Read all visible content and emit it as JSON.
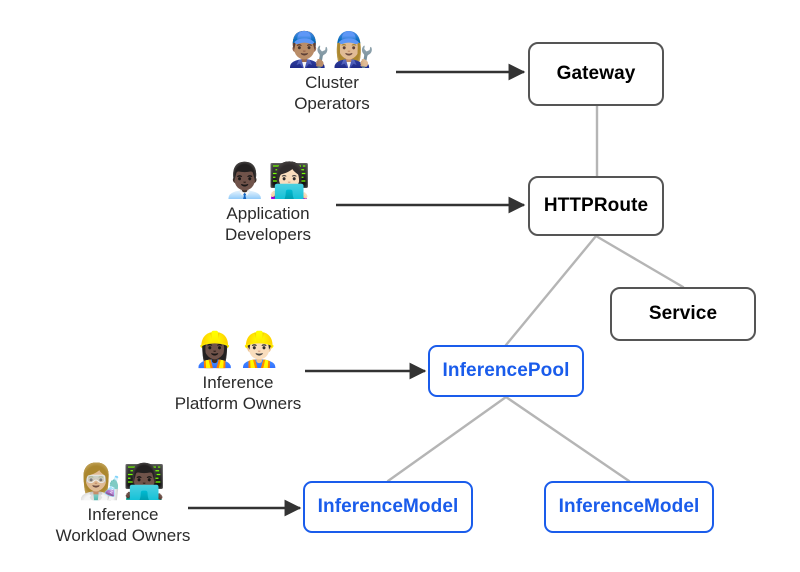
{
  "diagram": {
    "title": "Gateway API Inference Extension personas and resources",
    "background": "#ffffff",
    "colors": {
      "node_border": "#555555",
      "node_text": "#000000",
      "accent_border": "#1a5ceb",
      "accent_text": "#1a5ceb",
      "connector": "#b5b5b5",
      "arrow": "#333333",
      "label_text": "#2b2b2b"
    }
  },
  "personas": [
    {
      "id": "cluster-operators",
      "label": "Cluster\nOperators",
      "emojis": "👨🏽‍🔧👩🏼‍🔧",
      "icon_names": [
        "man-mechanic-icon",
        "woman-mechanic-icon"
      ],
      "points_to": "Gateway"
    },
    {
      "id": "application-developers",
      "label": "Application\nDevelopers",
      "emojis": "👨🏿‍💼👩🏻‍💻",
      "icon_names": [
        "man-office-worker-icon",
        "woman-technologist-icon"
      ],
      "points_to": "HTTPRoute"
    },
    {
      "id": "inference-platform-owners",
      "label": "Inference\nPlatform Owners",
      "emojis": "👷🏿‍♀️👷🏻‍♂️",
      "icon_names": [
        "woman-construction-worker-icon",
        "man-construction-worker-icon"
      ],
      "points_to": "InferencePool"
    },
    {
      "id": "inference-workload-owners",
      "label": "Inference\nWorkload Owners",
      "emojis": "👩🏼‍🔬👨🏿‍💻",
      "icon_names": [
        "woman-scientist-icon",
        "man-technologist-icon"
      ],
      "points_to": "InferenceModel"
    }
  ],
  "nodes": [
    {
      "id": "gateway",
      "label": "Gateway",
      "style": "default"
    },
    {
      "id": "httproute",
      "label": "HTTPRoute",
      "style": "default"
    },
    {
      "id": "service",
      "label": "Service",
      "style": "default"
    },
    {
      "id": "inferencepool",
      "label": "InferencePool",
      "style": "accent"
    },
    {
      "id": "inferencemodel-1",
      "label": "InferenceModel",
      "style": "accent"
    },
    {
      "id": "inferencemodel-2",
      "label": "InferenceModel",
      "style": "accent"
    }
  ],
  "edges": [
    {
      "from": "Gateway",
      "to": "HTTPRoute",
      "kind": "connector"
    },
    {
      "from": "HTTPRoute",
      "to": "Service",
      "kind": "connector"
    },
    {
      "from": "HTTPRoute",
      "to": "InferencePool",
      "kind": "connector"
    },
    {
      "from": "InferencePool",
      "to": "InferenceModel",
      "kind": "connector"
    },
    {
      "from": "InferencePool",
      "to": "InferenceModel",
      "kind": "connector"
    },
    {
      "from": "Cluster Operators",
      "to": "Gateway",
      "kind": "arrow"
    },
    {
      "from": "Application Developers",
      "to": "HTTPRoute",
      "kind": "arrow"
    },
    {
      "from": "Inference Platform Owners",
      "to": "InferencePool",
      "kind": "arrow"
    },
    {
      "from": "Inference Workload Owners",
      "to": "InferenceModel",
      "kind": "arrow"
    }
  ]
}
